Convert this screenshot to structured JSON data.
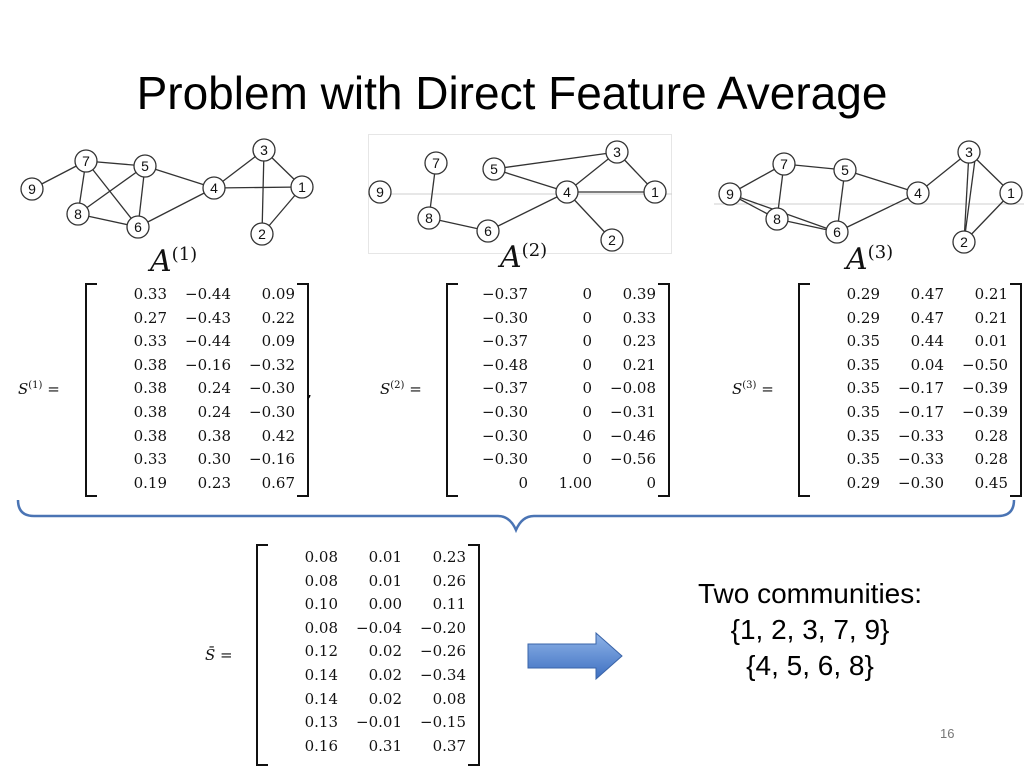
{
  "slide": {
    "title": "Problem with Direct Feature Average",
    "page_number": "16"
  },
  "graphs": [
    {
      "label_base": "A",
      "label_sup": "(1)",
      "node_labels": [
        "1",
        "2",
        "3",
        "4",
        "5",
        "6",
        "7",
        "8",
        "9"
      ]
    },
    {
      "label_base": "A",
      "label_sup": "(2)",
      "node_labels": [
        "1",
        "2",
        "3",
        "4",
        "5",
        "6",
        "7",
        "8",
        "9"
      ]
    },
    {
      "label_base": "A",
      "label_sup": "(3)",
      "node_labels": [
        "1",
        "2",
        "3",
        "4",
        "5",
        "6",
        "7",
        "8",
        "9"
      ]
    }
  ],
  "matrices": {
    "s1": {
      "label": "S",
      "sup": "(1)",
      "rows": [
        [
          "0.33",
          "−0.44",
          "0.09"
        ],
        [
          "0.27",
          "−0.43",
          "0.22"
        ],
        [
          "0.33",
          "−0.44",
          "0.09"
        ],
        [
          "0.38",
          "−0.16",
          "−0.32"
        ],
        [
          "0.38",
          "0.24",
          "−0.30"
        ],
        [
          "0.38",
          "0.24",
          "−0.30"
        ],
        [
          "0.38",
          "0.38",
          "0.42"
        ],
        [
          "0.33",
          "0.30",
          "−0.16"
        ],
        [
          "0.19",
          "0.23",
          "0.67"
        ]
      ]
    },
    "s2": {
      "label": "S",
      "sup": "(2)",
      "rows": [
        [
          "−0.37",
          "0",
          "0.39"
        ],
        [
          "−0.30",
          "0",
          "0.33"
        ],
        [
          "−0.37",
          "0",
          "0.23"
        ],
        [
          "−0.48",
          "0",
          "0.21"
        ],
        [
          "−0.37",
          "0",
          "−0.08"
        ],
        [
          "−0.30",
          "0",
          "−0.31"
        ],
        [
          "−0.30",
          "0",
          "−0.46"
        ],
        [
          "−0.30",
          "0",
          "−0.56"
        ],
        [
          "0",
          "1.00",
          "0"
        ]
      ]
    },
    "s3": {
      "label": "S",
      "sup": "(3)",
      "rows": [
        [
          "0.29",
          "0.47",
          "0.21"
        ],
        [
          "0.29",
          "0.47",
          "0.21"
        ],
        [
          "0.35",
          "0.44",
          "0.01"
        ],
        [
          "0.35",
          "0.04",
          "−0.50"
        ],
        [
          "0.35",
          "−0.17",
          "−0.39"
        ],
        [
          "0.35",
          "−0.17",
          "−0.39"
        ],
        [
          "0.35",
          "−0.33",
          "0.28"
        ],
        [
          "0.35",
          "−0.33",
          "0.28"
        ],
        [
          "0.29",
          "−0.30",
          "0.45"
        ]
      ]
    },
    "sbar": {
      "label": "S̄",
      "sup": "",
      "rows": [
        [
          "0.08",
          "0.01",
          "0.23"
        ],
        [
          "0.08",
          "0.01",
          "0.26"
        ],
        [
          "0.10",
          "0.00",
          "0.11"
        ],
        [
          "0.08",
          "−0.04",
          "−0.20"
        ],
        [
          "0.12",
          "0.02",
          "−0.26"
        ],
        [
          "0.14",
          "0.02",
          "−0.34"
        ],
        [
          "0.14",
          "0.02",
          "0.08"
        ],
        [
          "0.13",
          "−0.01",
          "−0.15"
        ],
        [
          "0.16",
          "0.31",
          "0.37"
        ]
      ]
    }
  },
  "communities": {
    "heading": "Two communities:",
    "group1": "{1, 2, 3, 7, 9}",
    "group2": "{4, 5, 6, 8}"
  },
  "colors": {
    "brace": "#4a74b4",
    "arrow_top": "#8fb4e8",
    "arrow_bottom": "#3d6fc1"
  }
}
